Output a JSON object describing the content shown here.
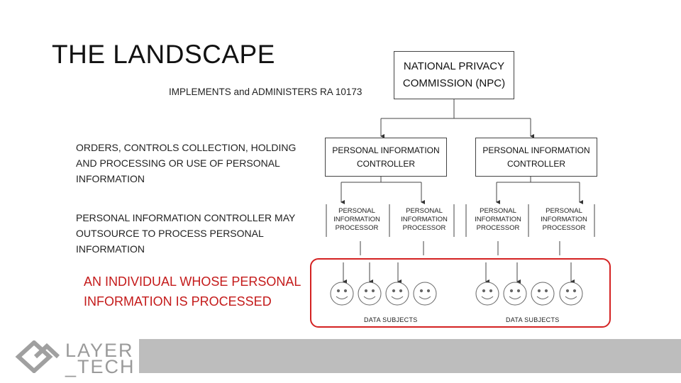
{
  "title": "THE LANDSCAPE",
  "subtitle": "IMPLEMENTS and ADMINISTERS RA 10173",
  "descriptions": {
    "controller_role": "ORDERS, CONTROLS COLLECTION, HOLDING AND PROCESSING OR USE OF PERSONAL INFORMATION",
    "processor_role": "PERSONAL INFORMATION CONTROLLER MAY OUTSOURCE TO PROCESS PERSONAL INFORMATION",
    "data_subject_role": "AN INDIVIDUAL WHOSE PERSONAL INFORMATION IS PROCESSED"
  },
  "diagram": {
    "top_node": "NATIONAL PRIVACY COMMISSION (NPC)",
    "controllers": [
      {
        "label": "PERSONAL INFORMATION CONTROLLER"
      },
      {
        "label": "PERSONAL INFORMATION CONTROLLER"
      }
    ],
    "processors": [
      {
        "label": "PERSONAL INFORMATION PROCESSOR"
      },
      {
        "label": "PERSONAL INFORMATION PROCESSOR"
      },
      {
        "label": "PERSONAL INFORMATION PROCESSOR"
      },
      {
        "label": "PERSONAL INFORMATION PROCESSOR"
      }
    ],
    "data_subject_groups": [
      {
        "label": "DATA SUBJECTS"
      },
      {
        "label": "DATA SUBJECTS"
      }
    ]
  },
  "logo": {
    "line1": "LAYER",
    "line2": "_TECH"
  },
  "colors": {
    "accent_red": "#d42222",
    "footer_gray": "#bdbdbd",
    "logo_gray": "#9a9a9a"
  }
}
